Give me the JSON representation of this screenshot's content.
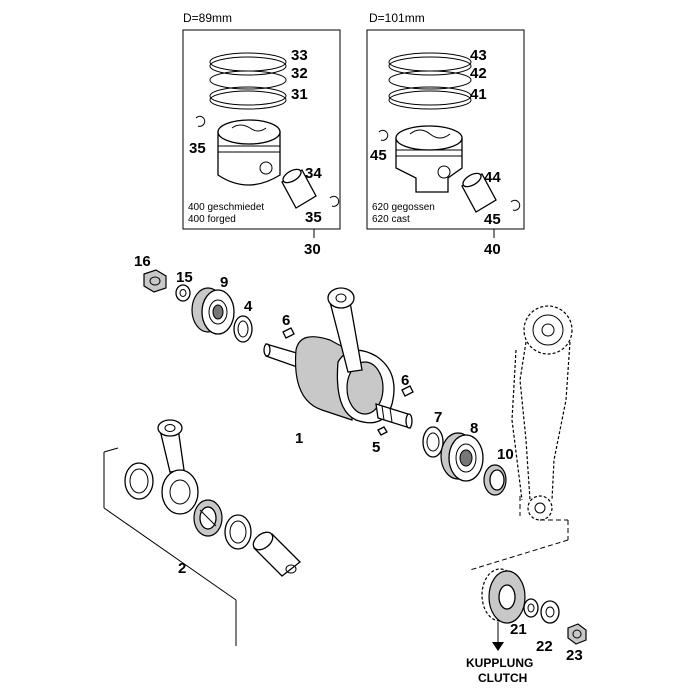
{
  "diagram": {
    "box_left": {
      "dimension": "D=89mm",
      "labels": {
        "ring1": "33",
        "ring2": "32",
        "ring3": "31",
        "clip": "35",
        "pin": "34",
        "clip2": "35"
      },
      "note_line1": "400 geschmiedet",
      "note_line2": "400 forged",
      "group": "30"
    },
    "box_right": {
      "dimension": "D=101mm",
      "labels": {
        "ring1": "43",
        "ring2": "42",
        "ring3": "41",
        "clip": "45",
        "pin": "44",
        "clip2": "45"
      },
      "note_line1": "620 gegossen",
      "note_line2": "620 cast",
      "group": "40"
    },
    "parts": {
      "crankshaft": "1",
      "conrod_kit": "2",
      "washer_left": "4",
      "key_lower": "5",
      "key_upper_left": "6",
      "key_upper_right": "6",
      "washer_right": "7",
      "bearing_right": "8",
      "bearing_left": "9",
      "seal": "10",
      "nut_left": "16",
      "washer_small": "15",
      "gear": "21",
      "lock_washer": "22",
      "nut_gear": "23"
    },
    "caption_line1": "KUPPLUNG",
    "caption_line2": "CLUTCH"
  }
}
